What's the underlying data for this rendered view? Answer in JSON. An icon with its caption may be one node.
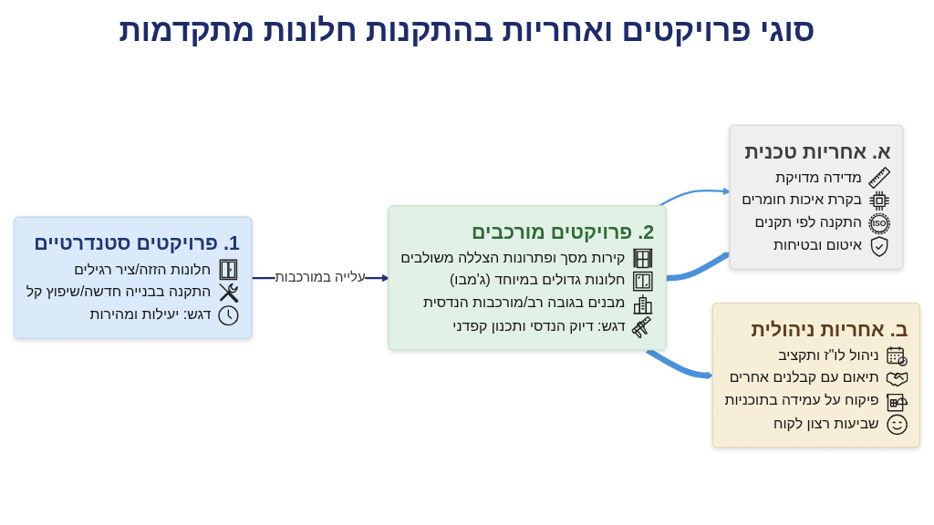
{
  "diagram": {
    "title": "סוגי פרויקטים ואחריות בהתקנות חלונות מתקדמות",
    "nodes": [
      {
        "text": [
          "1. פרויקטים סטנדרטיים",
          "חלונות הזזה/ציר רגילים",
          "התקנה בבנייה חדשה/שיפוץ קל",
          "דגש: יעילות ומהירות"
        ]
      },
      {
        "text": [
          "2. פרויקטים מורכבים",
          "קירות מסך ופתרונות הצללה משולבים",
          "חלונות גדולים במיוחד (ג'מבו)",
          "מבנים בגובה רב/מורכבות הנדסית",
          "דגש: דיוק הנדסי ותכנון קפדני"
        ]
      },
      {
        "text": [
          "א. אחריות טכנית",
          "מדידה מדויקת",
          "בקרת איכות חומרים",
          "התקנה לפי תקנים",
          "איטום ובטיחות"
        ]
      },
      {
        "text": [
          "ב. אחריות ניהולית",
          "ניהול לו\"ז ותקציב",
          "תיאום עם קבלנים אחרים",
          "פיקוח על עמידה בתוכניות",
          "שביעות רצון לקוח"
        ]
      }
    ],
    "edges": [
      {
        "from": 0,
        "to": 1,
        "arrow": "to",
        "label": "עלייה במורכבות",
        "color": "#1f2d78"
      },
      {
        "from": 1,
        "to": 2,
        "arrow": "to"
      },
      {
        "from": 1,
        "to": 2,
        "arrow": "to",
        "style": "thick"
      },
      {
        "from": 1,
        "to": 3,
        "arrow": "to",
        "style": "thick"
      }
    ],
    "labels": [
      "ISO"
    ]
  }
}
